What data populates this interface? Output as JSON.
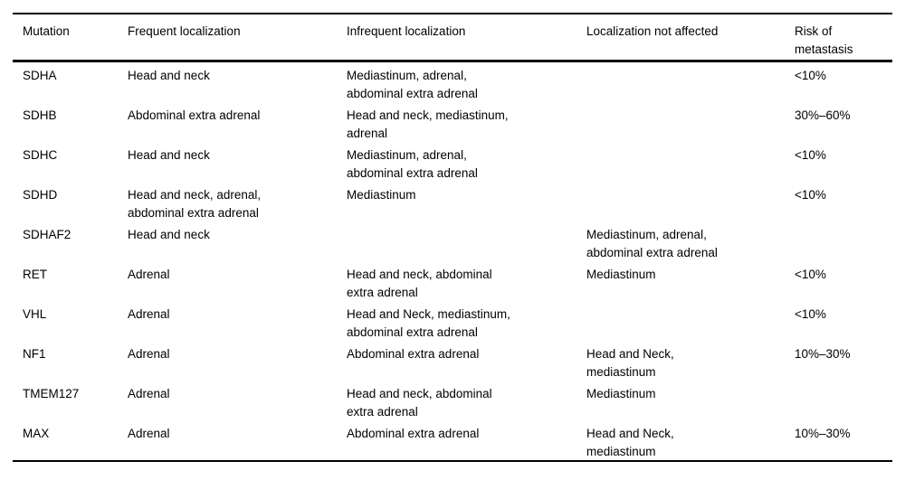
{
  "colors": {
    "background": "#ffffff",
    "text": "#000000",
    "rule": "#000000"
  },
  "table": {
    "columns": [
      "Mutation",
      "Frequent localization",
      "Infrequent localization",
      "Localization not affected",
      "Risk of\nmetastasis"
    ],
    "rows": [
      [
        "SDHA",
        "Head and neck",
        "Mediastinum, adrenal,\nabdominal extra adrenal",
        "",
        "<10%"
      ],
      [
        "SDHB",
        "Abdominal extra adrenal",
        "Head and neck, mediastinum,\nadrenal",
        "",
        "30%–60%"
      ],
      [
        "SDHC",
        "Head and neck",
        "Mediastinum, adrenal,\nabdominal extra adrenal",
        "",
        "<10%"
      ],
      [
        "SDHD",
        "Head and neck, adrenal,\nabdominal extra adrenal",
        "Mediastinum",
        "",
        "<10%"
      ],
      [
        "SDHAF2",
        "Head and neck",
        "",
        "Mediastinum, adrenal,\nabdominal extra adrenal",
        ""
      ],
      [
        "RET",
        "Adrenal",
        "Head and neck, abdominal\nextra adrenal",
        "Mediastinum",
        "<10%"
      ],
      [
        "VHL",
        "Adrenal",
        "Head and Neck, mediastinum,\nabdominal extra adrenal",
        "",
        "<10%"
      ],
      [
        "NF1",
        "Adrenal",
        "Abdominal extra adrenal",
        "Head and Neck,\nmediastinum",
        "10%–30%"
      ],
      [
        "TMEM127",
        "Adrenal",
        "Head and neck, abdominal\nextra adrenal",
        "Mediastinum",
        ""
      ],
      [
        "MAX",
        "Adrenal",
        "Abdominal extra adrenal",
        "Head and Neck,\nmediastinum",
        "10%–30%"
      ]
    ]
  }
}
